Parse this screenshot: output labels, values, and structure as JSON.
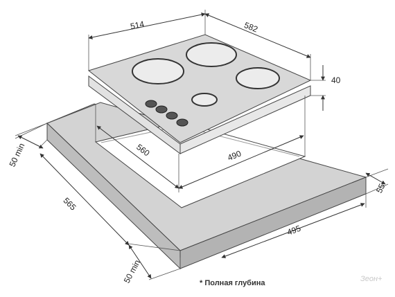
{
  "dimensions": {
    "top_width": "514",
    "top_depth": "582",
    "height": "40",
    "cutout_depth": "560",
    "cutout_width": "490",
    "margin_right": "55",
    "margin_top": "50 min",
    "margin_bottom": "50 min",
    "counter_depth": "565",
    "counter_width": "495"
  },
  "note": "* Полная глубина",
  "watermark": "Зеон+",
  "colors": {
    "hob_surface": "#d8d8d8",
    "counter_top": "#d4d4d4",
    "counter_side": "#b8b8b8",
    "knob": "#555555",
    "line": "#333333"
  }
}
